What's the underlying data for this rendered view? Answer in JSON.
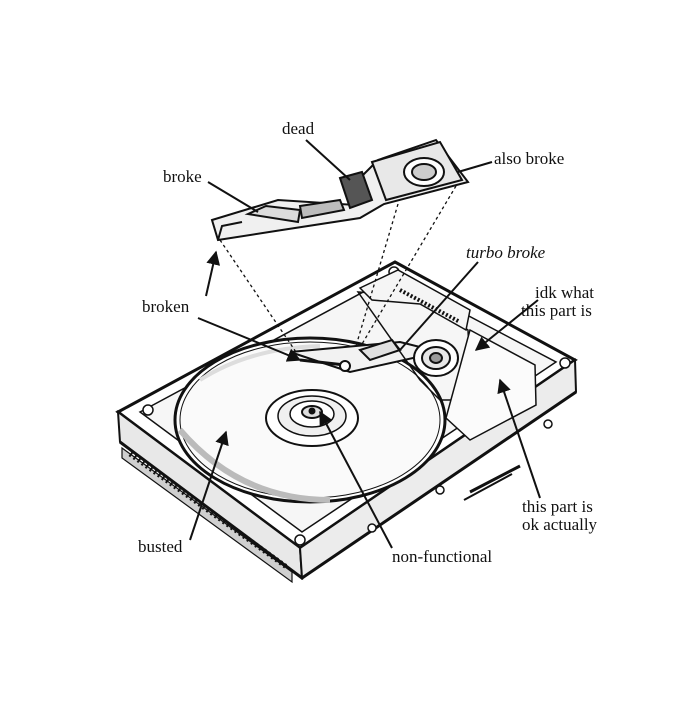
{
  "colors": {
    "ink": "#111111",
    "background": "#ffffff",
    "platter_shade": "#d9d9d9"
  },
  "labels": {
    "dead": "dead",
    "broke": "broke",
    "also_broke": "also broke",
    "turbo_broke": "turbo broke",
    "broken": "broken",
    "idk_line1": "idk what",
    "idk_line2": "this part is",
    "ok_line1": "this part is",
    "ok_line2": "ok actually",
    "busted": "busted",
    "non_functional": "non-functional"
  }
}
